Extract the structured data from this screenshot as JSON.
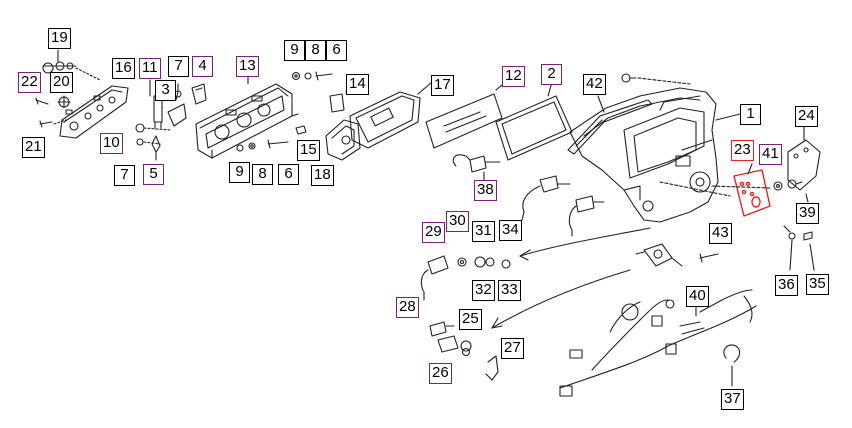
{
  "colors": {
    "black_box": "#000000",
    "purple_box": "#7a1f7a",
    "red_box": "#e8231d",
    "line": "#222222",
    "highlight": "#e8231d"
  },
  "callouts": [
    {
      "text": "19",
      "color": "black_box"
    },
    {
      "text": "22",
      "color": "purple_box"
    },
    {
      "text": "20",
      "color": "black_box"
    },
    {
      "text": "21",
      "color": "black_box"
    },
    {
      "text": "16",
      "color": "black_box"
    },
    {
      "text": "11",
      "color": "purple_box"
    },
    {
      "text": "7",
      "color": "black_box"
    },
    {
      "text": "4",
      "color": "purple_box"
    },
    {
      "text": "3",
      "color": "black_box"
    },
    {
      "text": "10",
      "color": "purple_box"
    },
    {
      "text": "7",
      "color": "black_box"
    },
    {
      "text": "5",
      "color": "purple_box"
    },
    {
      "text": "13",
      "color": "purple_box"
    },
    {
      "text": "9",
      "color": "black_box"
    },
    {
      "text": "8",
      "color": "black_box"
    },
    {
      "text": "6",
      "color": "black_box"
    },
    {
      "text": "14",
      "color": "black_box"
    },
    {
      "text": "9",
      "color": "black_box"
    },
    {
      "text": "8",
      "color": "black_box"
    },
    {
      "text": "6",
      "color": "black_box"
    },
    {
      "text": "15",
      "color": "black_box"
    },
    {
      "text": "18",
      "color": "black_box"
    },
    {
      "text": "17",
      "color": "black_box"
    },
    {
      "text": "12",
      "color": "purple_box"
    },
    {
      "text": "2",
      "color": "purple_box"
    },
    {
      "text": "42",
      "color": "black_box"
    },
    {
      "text": "1",
      "color": "black_box"
    },
    {
      "text": "24",
      "color": "black_box"
    },
    {
      "text": "23",
      "color": "red_box"
    },
    {
      "text": "41",
      "color": "purple_box"
    },
    {
      "text": "39",
      "color": "black_box"
    },
    {
      "text": "38",
      "color": "purple_box"
    },
    {
      "text": "34",
      "color": "black_box"
    },
    {
      "text": "43",
      "color": "black_box"
    },
    {
      "text": "29",
      "color": "purple_box"
    },
    {
      "text": "30",
      "color": "purple_box"
    },
    {
      "text": "31",
      "color": "black_box"
    },
    {
      "text": "32",
      "color": "black_box"
    },
    {
      "text": "33",
      "color": "black_box"
    },
    {
      "text": "36",
      "color": "black_box"
    },
    {
      "text": "35",
      "color": "black_box"
    },
    {
      "text": "40",
      "color": "black_box"
    },
    {
      "text": "28",
      "color": "purple_box"
    },
    {
      "text": "25",
      "color": "black_box"
    },
    {
      "text": "26",
      "color": "purple_box"
    },
    {
      "text": "27",
      "color": "black_box"
    },
    {
      "text": "37",
      "color": "black_box"
    }
  ]
}
